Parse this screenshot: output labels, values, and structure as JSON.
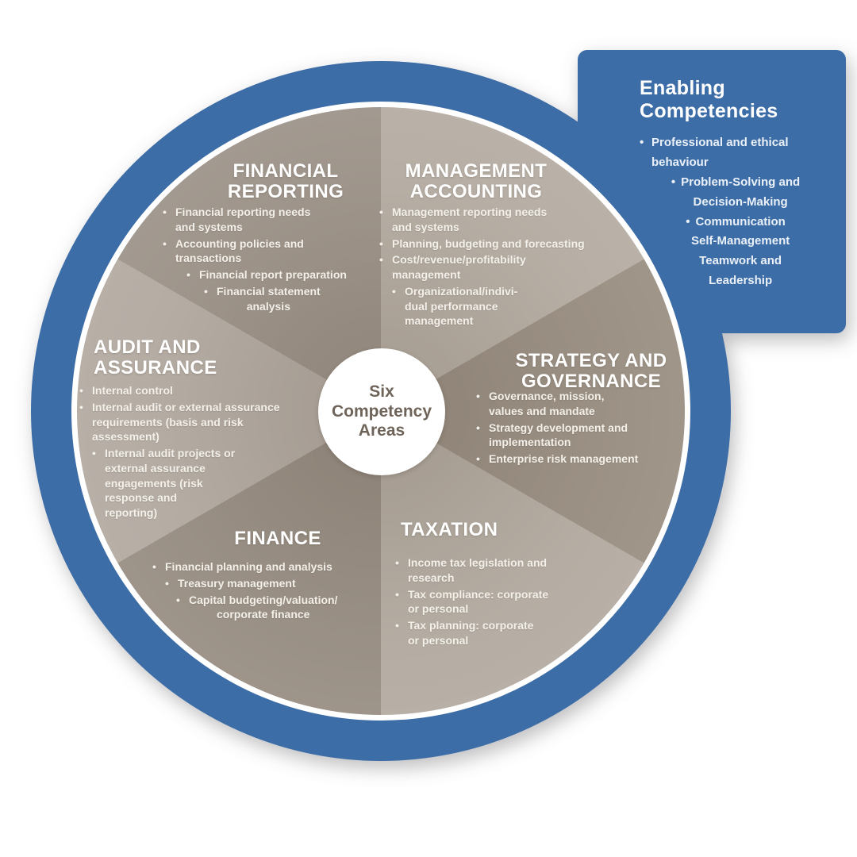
{
  "colors": {
    "blue": "#3d6da7",
    "ma": "#b4aba1",
    "sg": "#988d80",
    "tax": "#b2a99f",
    "fin": "#968c81",
    "aa": "#b2a9a0",
    "fr": "#9b9187",
    "center_text": "#6f6459",
    "bullet": "#f3f0ea"
  },
  "ui": {
    "bullet": "•"
  },
  "center": {
    "label": "Six\nCompetency\nAreas"
  },
  "enabling": {
    "title": "Enabling\nCompetencies",
    "items": [
      "Professional and ethical\nbehaviour",
      "Problem-Solving and\nDecision-Making",
      "Communication",
      "Self-Management",
      "Teamwork and\nLeadership"
    ]
  },
  "sectors": {
    "financial_reporting": {
      "title": "FINANCIAL\nREPORTING",
      "items": [
        "Financial reporting needs\nand systems",
        "Accounting policies and\ntransactions",
        "Financial report preparation",
        "Financial statement\nanalysis"
      ]
    },
    "management_accounting": {
      "title": "MANAGEMENT\nACCOUNTING",
      "items": [
        "Management reporting needs\nand systems",
        "Planning, budgeting and forecasting",
        "Cost/revenue/profitability\nmanagement",
        "Organizational/indivi-\ndual performance\nmanagement"
      ]
    },
    "audit_assurance": {
      "title": "AUDIT AND\nASSURANCE",
      "items": [
        "Internal control",
        "Internal audit or external assurance\nrequirements (basis and risk\nassessment)",
        "Internal audit projects or\nexternal assurance\nengagements (risk\nresponse and\nreporting)"
      ]
    },
    "strategy_governance": {
      "title": "STRATEGY AND\nGOVERNANCE",
      "items": [
        "Governance, mission,\nvalues and mandate",
        "Strategy development and\nimplementation",
        "Enterprise risk management"
      ]
    },
    "finance": {
      "title": "FINANCE",
      "items": [
        "Financial planning and analysis",
        "Treasury management",
        "Capital budgeting/valuation/\ncorporate finance"
      ]
    },
    "taxation": {
      "title": "TAXATION",
      "items": [
        "Income tax legislation and\nresearch",
        "Tax compliance: corporate\nor personal",
        "Tax planning: corporate\nor personal"
      ]
    }
  }
}
